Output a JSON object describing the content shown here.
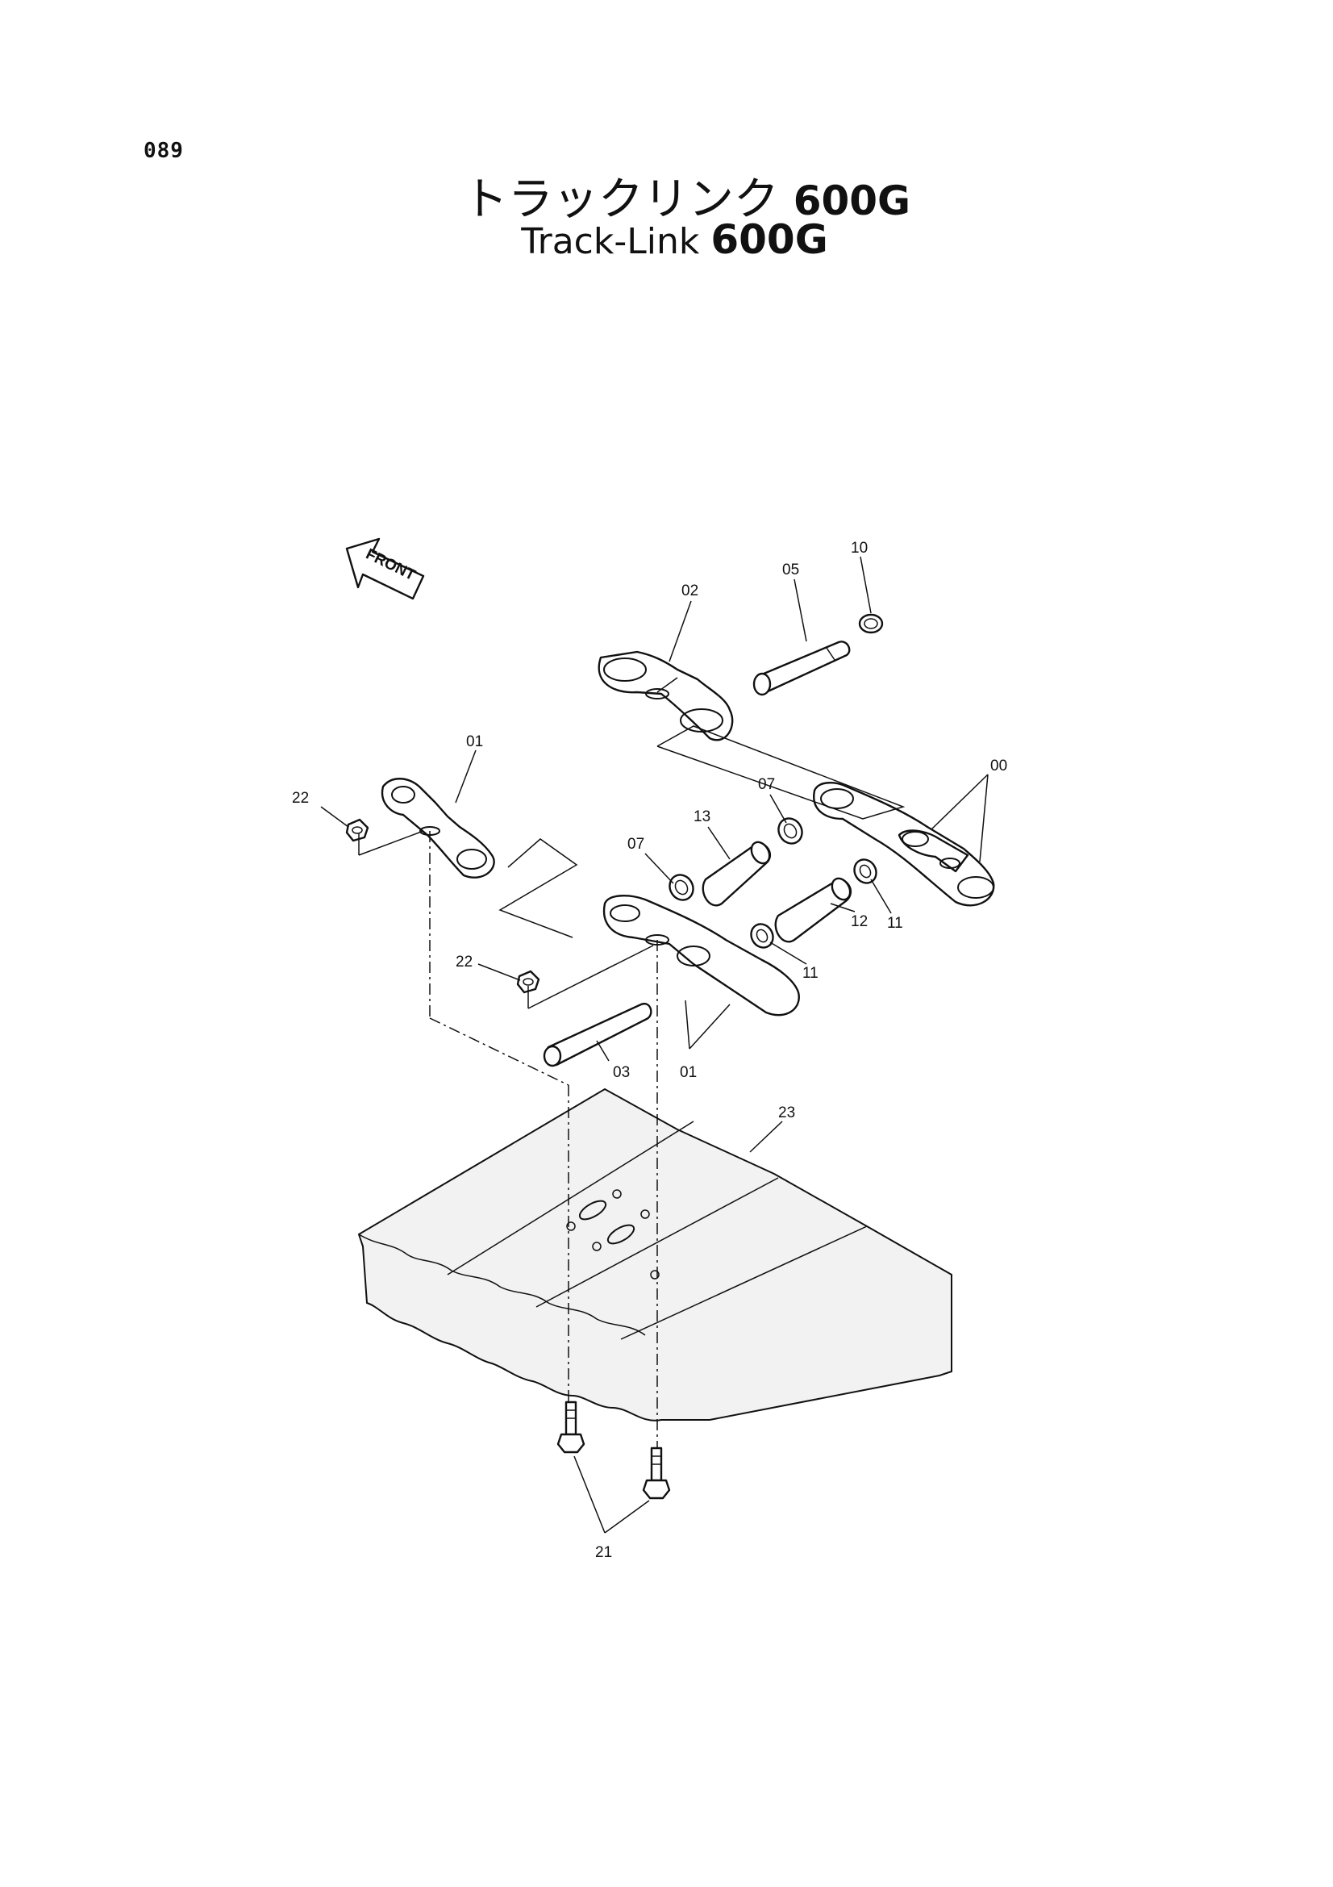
{
  "page": {
    "number": "089"
  },
  "title": {
    "jp": "トラックリンク",
    "en": "Track-Link",
    "model": "600G"
  },
  "front_arrow": {
    "label": "FRONT"
  },
  "callouts": [
    {
      "id": "c10",
      "text": "10"
    },
    {
      "id": "c05",
      "text": "05"
    },
    {
      "id": "c02",
      "text": "02"
    },
    {
      "id": "c01a",
      "text": "01"
    },
    {
      "id": "c00",
      "text": "00"
    },
    {
      "id": "c22a",
      "text": "22"
    },
    {
      "id": "c07a",
      "text": "07"
    },
    {
      "id": "c13",
      "text": "13"
    },
    {
      "id": "c07b",
      "text": "07"
    },
    {
      "id": "c11a",
      "text": "11"
    },
    {
      "id": "c12",
      "text": "12"
    },
    {
      "id": "c11b",
      "text": "11"
    },
    {
      "id": "c22b",
      "text": "22"
    },
    {
      "id": "c03",
      "text": "03"
    },
    {
      "id": "c01b",
      "text": "01"
    },
    {
      "id": "c23",
      "text": "23"
    },
    {
      "id": "c21",
      "text": "21"
    }
  ]
}
